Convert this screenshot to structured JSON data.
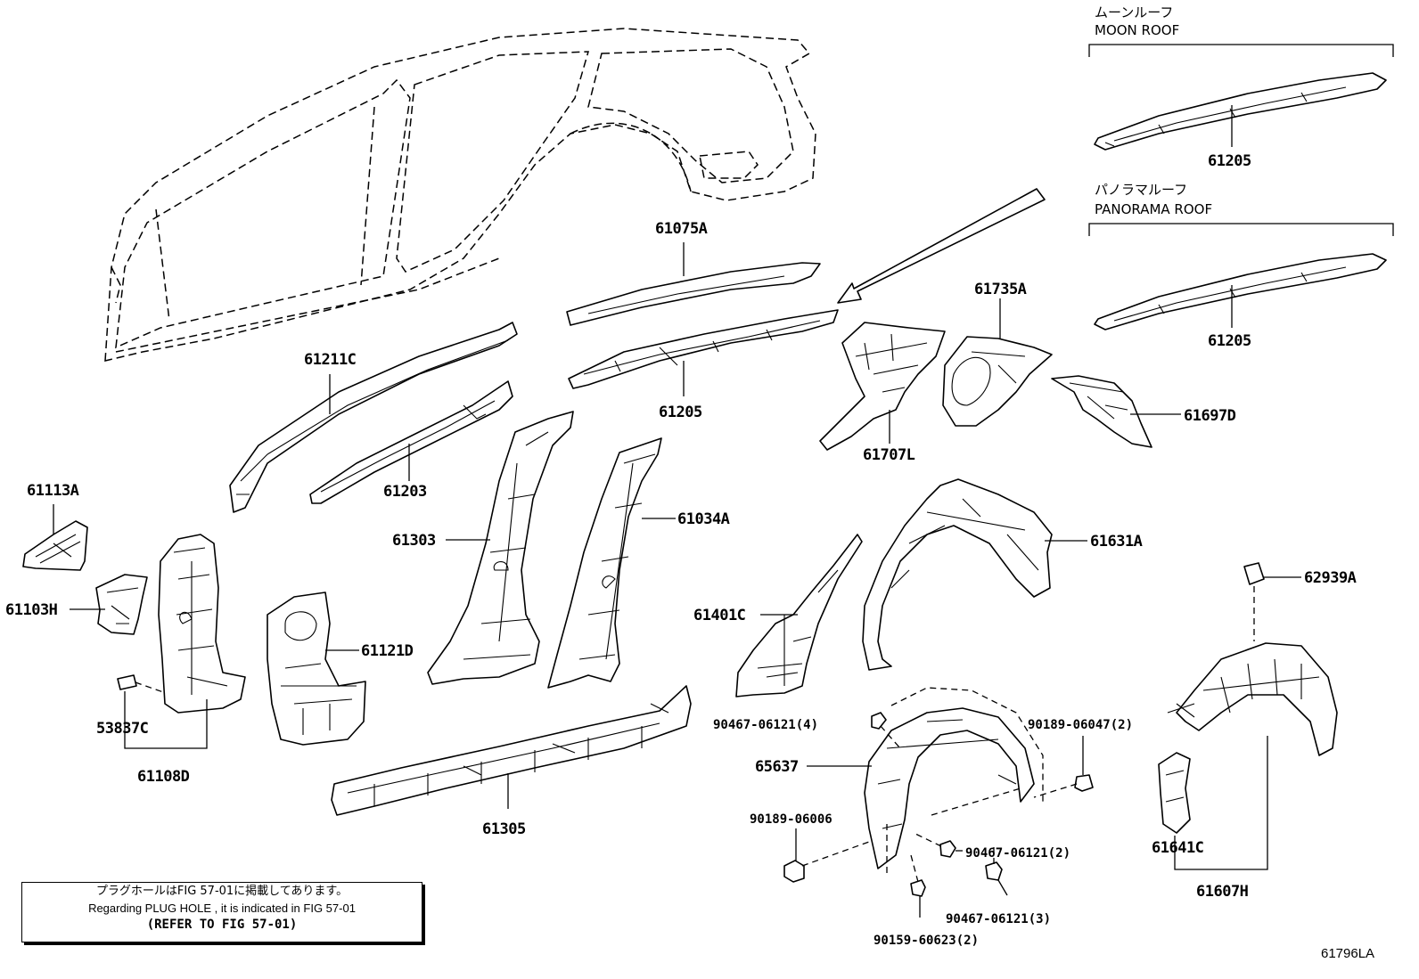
{
  "headers": {
    "moon_roof_jp": "ムーンルーフ",
    "moon_roof_en": "MOON ROOF",
    "panorama_roof_jp": "パノラマルーフ",
    "panorama_roof_en": "PANORAMA ROOF"
  },
  "labels": {
    "p61075A": "61075A",
    "p61205_main": "61205",
    "p61205_moon": "61205",
    "p61205_pano": "61205",
    "p61735A": "61735A",
    "p61211C": "61211C",
    "p61203": "61203",
    "p61707L": "61707L",
    "p61697D": "61697D",
    "p61113A": "61113A",
    "p61103H": "61103H",
    "p61303": "61303",
    "p61034A": "61034A",
    "p61631A": "61631A",
    "p61121D": "61121D",
    "p53837C": "53837C",
    "p61108D": "61108D",
    "p61401C": "61401C",
    "p62939A": "62939A",
    "p61305": "61305",
    "p65637": "65637",
    "p61641C": "61641C",
    "p61607H": "61607H",
    "b90467_4": "90467-06121(4)",
    "b90189_06047": "90189-06047(2)",
    "b90189_06006": "90189-06006",
    "b90467_2": "90467-06121(2)",
    "b90467_3": "90467-06121(3)",
    "b90159": "90159-60623(2)"
  },
  "note": {
    "line_jp": "プラグホールはFIG 57-01に掲載してあります。",
    "line_en": "Regarding  PLUG  HOLE , it is indicated in FIG  57-01",
    "line_ref": "(REFER TO FIG 57-01)"
  },
  "figure_code": "61796LA"
}
